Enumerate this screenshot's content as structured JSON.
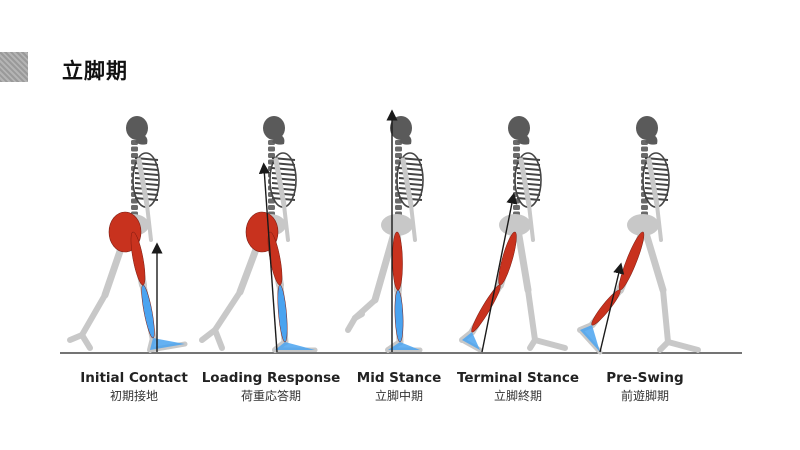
{
  "slide": {
    "title": "立脚期"
  },
  "phases": [
    {
      "name_en": "Initial Contact",
      "name_jp": "初期接地"
    },
    {
      "name_en": "Loading Response",
      "name_jp": "荷重応答期"
    },
    {
      "name_en": "Mid Stance",
      "name_jp": "立脚中期"
    },
    {
      "name_en": "Terminal Stance",
      "name_jp": "立脚終期"
    },
    {
      "name_en": "Pre-Swing",
      "name_jp": "前遊脚期"
    }
  ],
  "colors": {
    "bone": "#c8c8c8",
    "skull": "#5a5a5a",
    "muscle_red": "#c8321e",
    "muscle_blue": "#4aa3f0",
    "ground": "#222222",
    "force_arrow": "#1a1a1a"
  }
}
